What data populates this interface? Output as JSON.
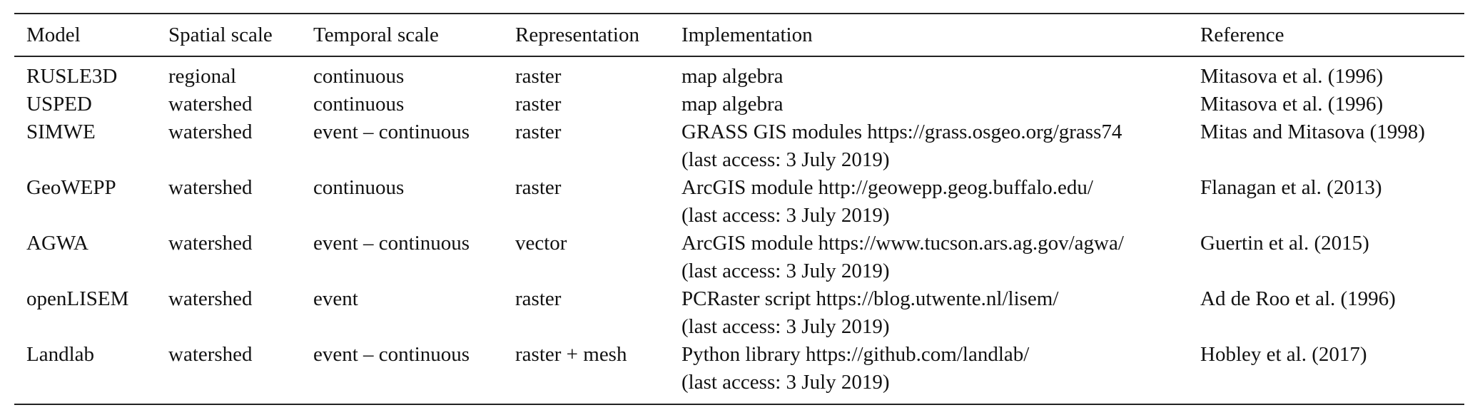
{
  "table": {
    "headers": [
      "Model",
      "Spatial scale",
      "Temporal scale",
      "Representation",
      "Implementation",
      "Reference"
    ],
    "rows": [
      {
        "model": "RUSLE3D",
        "spatial": "regional",
        "temporal": "continuous",
        "representation": "raster",
        "implementation": [
          "map algebra"
        ],
        "reference": "Mitasova et al. (1996)"
      },
      {
        "model": "USPED",
        "spatial": "watershed",
        "temporal": "continuous",
        "representation": "raster",
        "implementation": [
          "map algebra"
        ],
        "reference": "Mitasova et al. (1996)"
      },
      {
        "model": "SIMWE",
        "spatial": "watershed",
        "temporal": "event – continuous",
        "representation": "raster",
        "implementation": [
          "GRASS GIS modules https://grass.osgeo.org/grass74",
          "(last access: 3 July 2019)"
        ],
        "reference": "Mitas and Mitasova (1998)"
      },
      {
        "model": "GeoWEPP",
        "spatial": "watershed",
        "temporal": "continuous",
        "representation": "raster",
        "implementation": [
          "ArcGIS module http://geowepp.geog.buffalo.edu/",
          "(last access: 3 July 2019)"
        ],
        "reference": "Flanagan et al. (2013)"
      },
      {
        "model": "AGWA",
        "spatial": "watershed",
        "temporal": "event – continuous",
        "representation": "vector",
        "implementation": [
          "ArcGIS module https://www.tucson.ars.ag.gov/agwa/",
          "(last access: 3 July 2019)"
        ],
        "reference": "Guertin et al. (2015)"
      },
      {
        "model": "openLISEM",
        "spatial": "watershed",
        "temporal": "event",
        "representation": "raster",
        "implementation": [
          "PCRaster script https://blog.utwente.nl/lisem/",
          "(last access: 3 July 2019)"
        ],
        "reference": "Ad de Roo et al. (1996)"
      },
      {
        "model": "Landlab",
        "spatial": "watershed",
        "temporal": "event – continuous",
        "representation": "raster + mesh",
        "implementation": [
          "Python library https://github.com/landlab/",
          "(last access: 3 July 2019)"
        ],
        "reference": "Hobley et al. (2017)"
      }
    ]
  }
}
